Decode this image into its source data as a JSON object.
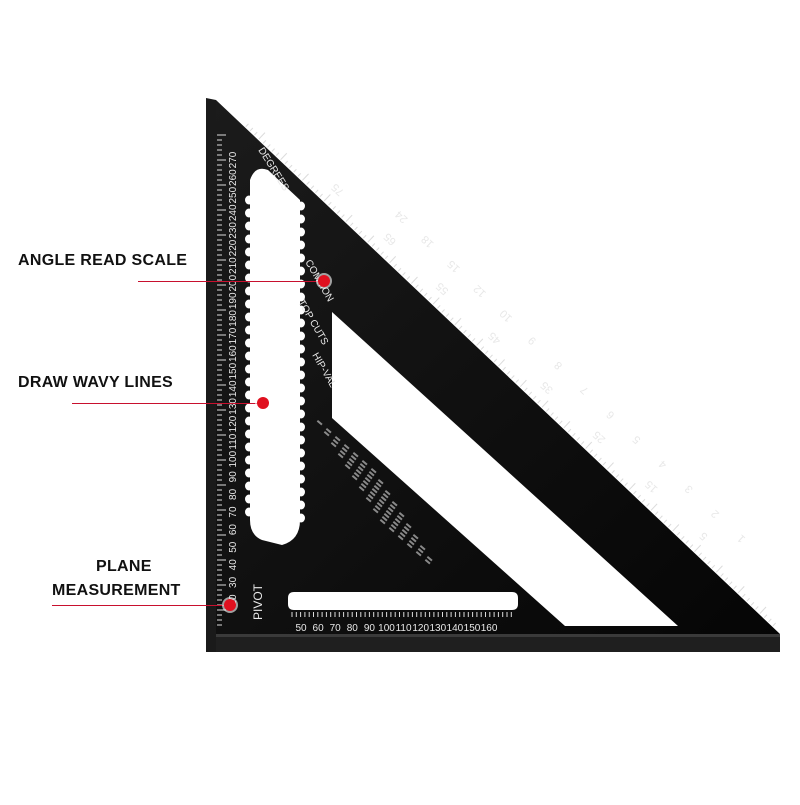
{
  "callouts": [
    {
      "label": "ANGLE READ SCALE"
    },
    {
      "label": "DRAW WAVY LINES"
    },
    {
      "label_line1": "PLANE",
      "label_line2": "MEASUREMENT"
    }
  ],
  "square": {
    "pivot_label": "PIVOT",
    "degrees_label": "DEGREES",
    "common_label": "COMMON",
    "hip_val_label": "HIP-VAL",
    "top_cuts_label": "TOP CUTS",
    "degree_scale": [
      "20",
      "30",
      "40",
      "50",
      "60",
      "70",
      "80",
      "90",
      "100",
      "110",
      "120",
      "130",
      "140",
      "150",
      "160",
      "170",
      "180",
      "190",
      "200",
      "210",
      "220",
      "230",
      "240",
      "250",
      "260",
      "270"
    ],
    "base_scale": [
      "50",
      "60",
      "70",
      "80",
      "90",
      "100",
      "110",
      "120",
      "130",
      "140",
      "150",
      "160"
    ],
    "hyp_rafter_numbers": [
      "1",
      "2",
      "3",
      "4",
      "5",
      "6",
      "7",
      "8",
      "9",
      "10",
      "12",
      "15",
      "18",
      "24"
    ],
    "hyp_degree_numbers": [
      "5",
      "15",
      "25",
      "35",
      "45",
      "55",
      "65",
      "75"
    ],
    "colors": {
      "body": "#0c0c0c",
      "marking": "#e8e8e8",
      "accent": "#e0101f",
      "lip": "#222222"
    }
  }
}
